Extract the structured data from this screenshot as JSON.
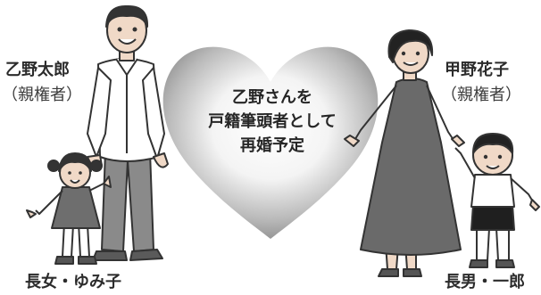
{
  "father": {
    "name": "乙野太郎",
    "role": "（親権者）"
  },
  "mother": {
    "name": "甲野花子",
    "role": "（親権者）"
  },
  "daughter": {
    "label": "長女・ゆみ子"
  },
  "son": {
    "label": "長男・一郎"
  },
  "heart": {
    "lines": [
      "乙野さんを",
      "戸籍筆頭者として",
      "再婚予定"
    ]
  },
  "colors": {
    "heart_center": "#ffffff",
    "heart_edge": "#8f8f8f",
    "outline": "#333333"
  },
  "icons": [
    "father-figure",
    "mother-figure",
    "daughter-figure",
    "son-figure",
    "heart-shape"
  ]
}
